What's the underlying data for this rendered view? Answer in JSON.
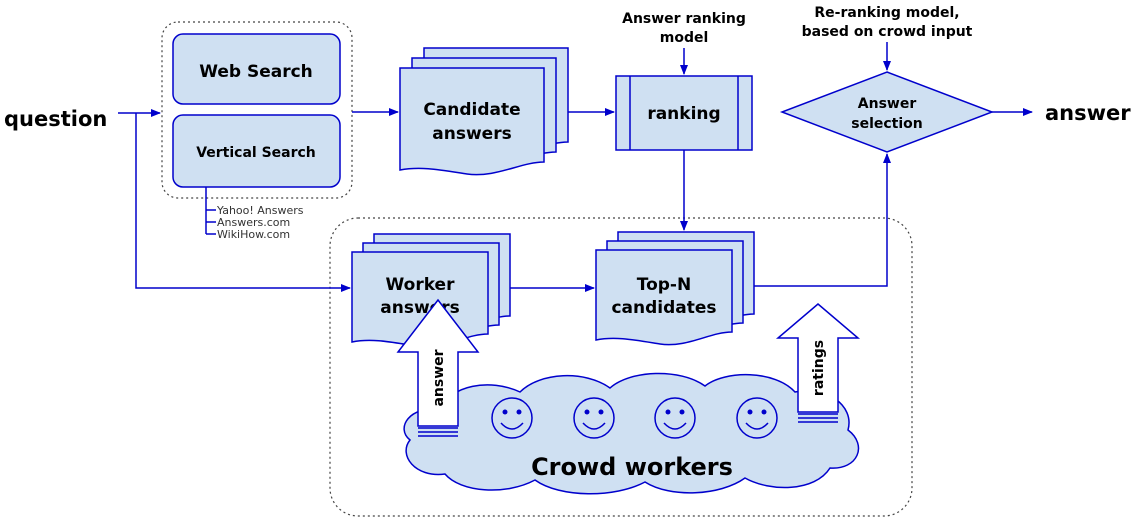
{
  "labels": {
    "question": "question",
    "answer_out": "answer",
    "web_search": "Web Search",
    "vertical_search": "Vertical Search",
    "sources": [
      "Yahoo! Answers",
      "Answers.com",
      "WikiHow.com"
    ],
    "candidate_answers": [
      "Candidate",
      "answers"
    ],
    "answer_ranking_model": [
      "Answer ranking",
      "model"
    ],
    "ranking": "ranking",
    "reranking_model": [
      "Re-ranking model,",
      "based on crowd input"
    ],
    "answer_selection": [
      "Answer",
      "selection"
    ],
    "worker_answers": [
      "Worker",
      "answers"
    ],
    "topn_candidates": [
      "Top-N",
      "candidates"
    ],
    "answer_arrow": "answer",
    "ratings_arrow": "ratings",
    "crowd_workers": "Crowd workers"
  },
  "colors": {
    "fill": "#cfe0f2",
    "stroke": "#0000cc"
  }
}
